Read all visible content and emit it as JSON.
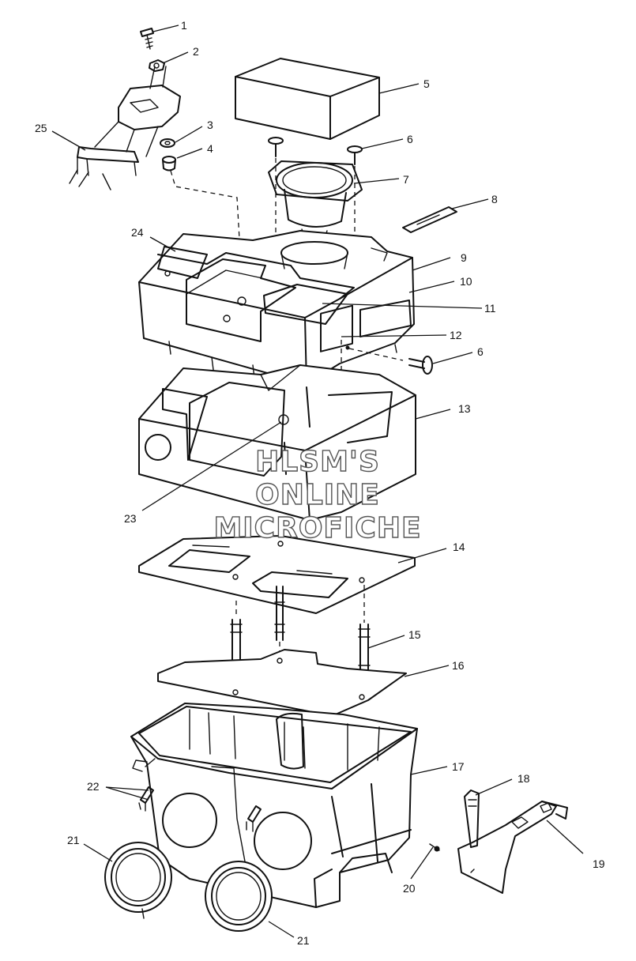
{
  "watermark": {
    "line1": "HLSM'S",
    "line2": "ONLINE",
    "line3": "MICROFICHE"
  },
  "callouts": {
    "c1": "1",
    "c2": "2",
    "c3": "3",
    "c4": "4",
    "c5": "5",
    "c6a": "6",
    "c6b": "6",
    "c7": "7",
    "c8": "8",
    "c9": "9",
    "c10": "10",
    "c11": "11",
    "c12": "12",
    "c13": "13",
    "c14": "14",
    "c15": "15",
    "c16": "16",
    "c17": "17",
    "c18": "18",
    "c19": "19",
    "c20": "20",
    "c21a": "21",
    "c21b": "21",
    "c22": "22",
    "c23": "23",
    "c24": "24",
    "c25": "25"
  },
  "colors": {
    "ink": "#111111",
    "background": "#ffffff",
    "watermark_outline": "#555555"
  }
}
